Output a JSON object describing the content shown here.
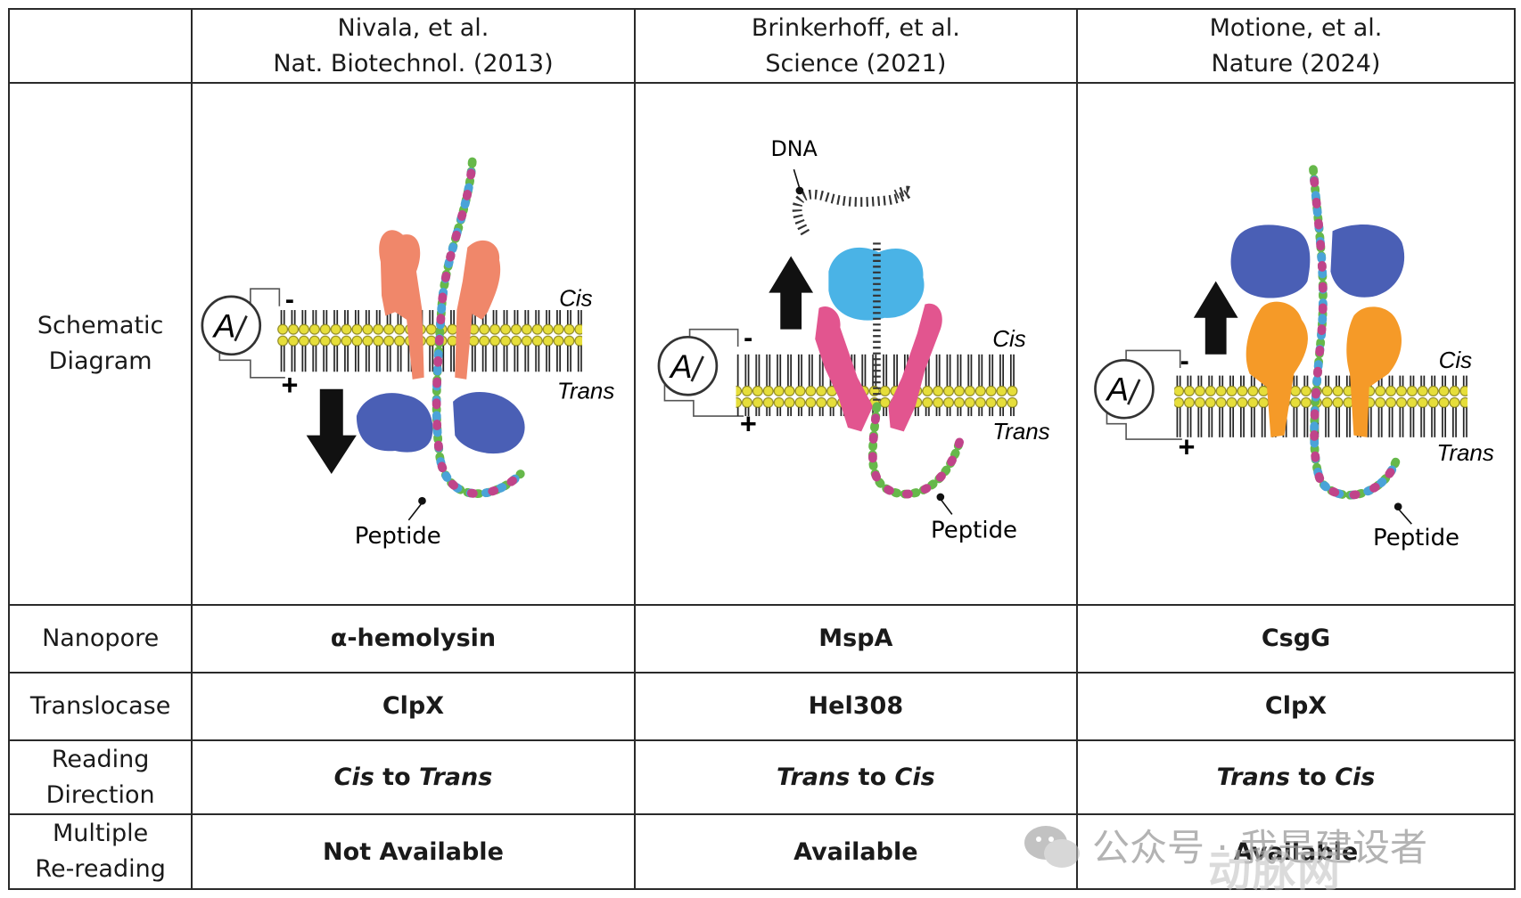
{
  "columns": [
    {
      "author": "Nivala, et al.",
      "journal": "Nat. Biotechnol. (2013)"
    },
    {
      "author": "Brinkerhoff, et al.",
      "journal": "Science (2021)"
    },
    {
      "author": "Motione, et al.",
      "journal": "Nature (2024)"
    }
  ],
  "row_labels": {
    "schematic": [
      "Schematic",
      "Diagram"
    ],
    "nanopore": "Nanopore",
    "translocase": "Translocase",
    "direction": [
      "Reading",
      "Direction"
    ],
    "rereading": [
      "Multiple",
      "Re-reading"
    ]
  },
  "nanopore": [
    "α-hemolysin",
    "MspA",
    "CsgG"
  ],
  "translocase": [
    "ClpX",
    "Hel308",
    "ClpX"
  ],
  "direction": [
    {
      "from": "Cis",
      "mid": " to ",
      "to": "Trans"
    },
    {
      "from": "Trans",
      "mid": " to ",
      "to": "Cis"
    },
    {
      "from": "Trans",
      "mid": " to ",
      "to": "Cis"
    }
  ],
  "rereading": [
    "Not Available",
    "Available",
    "Available"
  ],
  "diagram_labels": {
    "cis": "Cis",
    "trans": "Trans",
    "peptide": "Peptide",
    "dna": "DNA",
    "ammeter": "A",
    "minus": "-",
    "plus": "+"
  },
  "colors": {
    "hemolysin": "#f0876a",
    "clpx": "#4a5fb5",
    "mspa": "#e2558f",
    "hel308": "#4ab3e6",
    "csgg": "#f59a28",
    "membrane_head": "#e6de3a"
  },
  "watermark": {
    "text": "公众号 · 我是建设者",
    "logo_text": "动脉网"
  }
}
